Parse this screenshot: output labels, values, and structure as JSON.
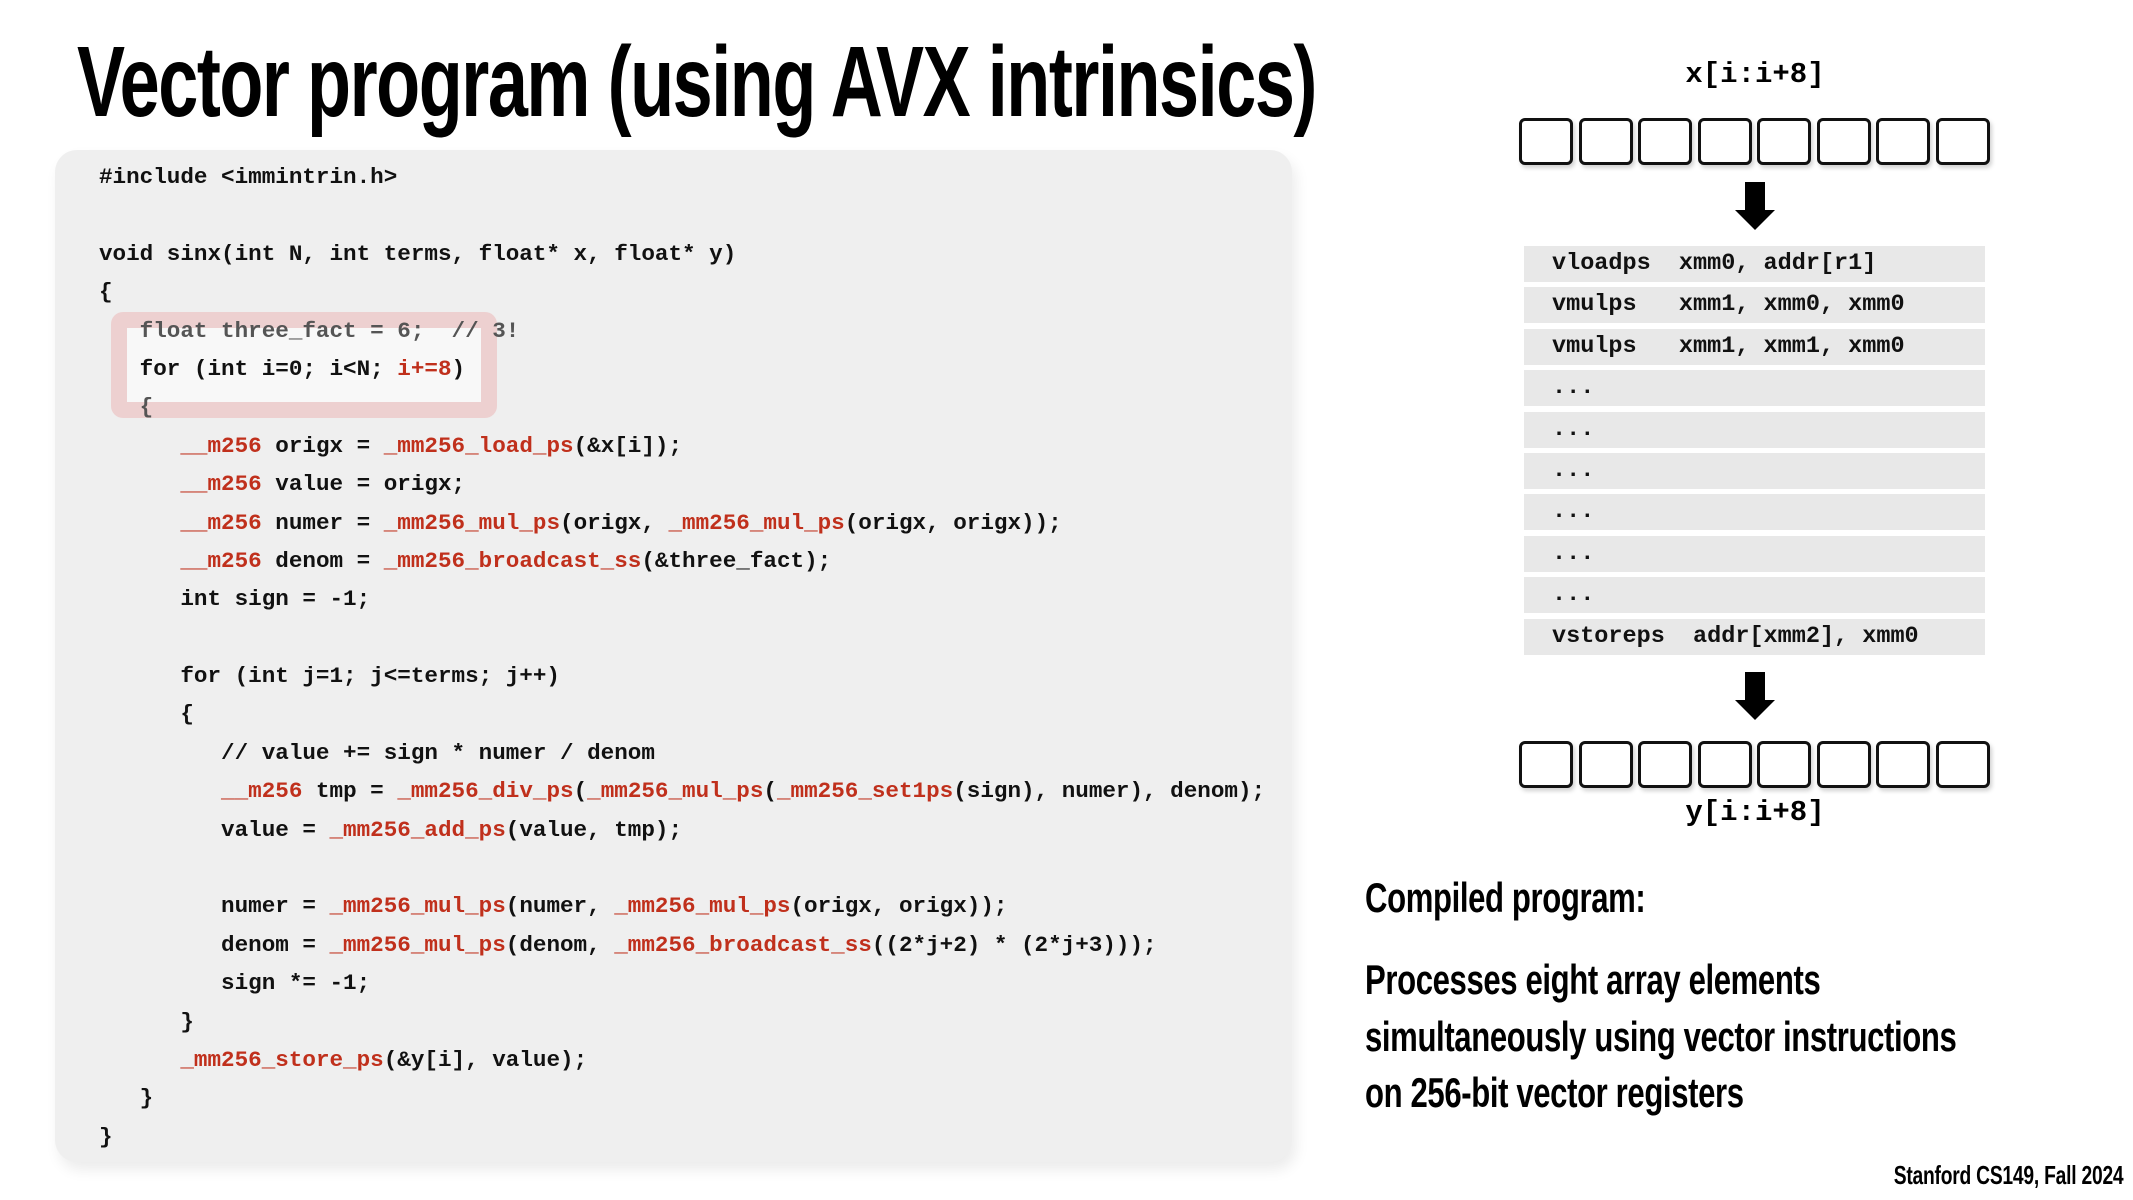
{
  "slide": {
    "title": "Vector program (using AVX intrinsics)",
    "footer": "Stanford CS149, Fall 2024"
  },
  "colors": {
    "intrinsic_red": "#c0301c",
    "code_bg": "#efefef",
    "highlight": "#e1a0a0",
    "instr_bg": "#e8e8e8"
  },
  "code": {
    "lines": [
      [
        {
          "t": "#include <immintrin.h>"
        }
      ],
      [
        {
          "t": ""
        }
      ],
      [
        {
          "t": "void sinx(int N, int terms, float* x, float* y)"
        }
      ],
      [
        {
          "t": "{"
        }
      ],
      [
        {
          "t": "   float three_fact = 6;  // 3!",
          "c": "faded"
        }
      ],
      [
        {
          "t": "   for (int i=0; i<N; "
        },
        {
          "t": "i+=8",
          "c": "red"
        },
        {
          "t": ")"
        }
      ],
      [
        {
          "t": "   {",
          "c": "faded"
        }
      ],
      [
        {
          "t": "      "
        },
        {
          "t": "__m256",
          "c": "red"
        },
        {
          "t": " origx = "
        },
        {
          "t": "_mm256_load_ps",
          "c": "red"
        },
        {
          "t": "(&x[i]);"
        }
      ],
      [
        {
          "t": "      "
        },
        {
          "t": "__m256",
          "c": "red"
        },
        {
          "t": " value = origx;"
        }
      ],
      [
        {
          "t": "      "
        },
        {
          "t": "__m256",
          "c": "red"
        },
        {
          "t": " numer = "
        },
        {
          "t": "_mm256_mul_ps",
          "c": "red"
        },
        {
          "t": "(origx, "
        },
        {
          "t": "_mm256_mul_ps",
          "c": "red"
        },
        {
          "t": "(origx, origx));"
        }
      ],
      [
        {
          "t": "      "
        },
        {
          "t": "__m256",
          "c": "red"
        },
        {
          "t": " denom = "
        },
        {
          "t": "_mm256_broadcast_ss",
          "c": "red"
        },
        {
          "t": "(&three_fact);"
        }
      ],
      [
        {
          "t": "      int sign = -1;"
        }
      ],
      [
        {
          "t": ""
        }
      ],
      [
        {
          "t": "      for (int j=1; j<=terms; j++)"
        }
      ],
      [
        {
          "t": "      {"
        }
      ],
      [
        {
          "t": "         // value += sign * numer / denom"
        }
      ],
      [
        {
          "t": "         "
        },
        {
          "t": "__m256",
          "c": "red"
        },
        {
          "t": " tmp = "
        },
        {
          "t": "_mm256_div_ps",
          "c": "red"
        },
        {
          "t": "("
        },
        {
          "t": "_mm256_mul_ps",
          "c": "red"
        },
        {
          "t": "("
        },
        {
          "t": "_mm256_set1ps",
          "c": "red"
        },
        {
          "t": "(sign), numer), denom);"
        }
      ],
      [
        {
          "t": "         value = "
        },
        {
          "t": "_mm256_add_ps",
          "c": "red"
        },
        {
          "t": "(value, tmp);"
        }
      ],
      [
        {
          "t": ""
        }
      ],
      [
        {
          "t": "         numer = "
        },
        {
          "t": "_mm256_mul_ps",
          "c": "red"
        },
        {
          "t": "(numer, "
        },
        {
          "t": "_mm256_mul_ps",
          "c": "red"
        },
        {
          "t": "(origx, origx));"
        }
      ],
      [
        {
          "t": "         denom = "
        },
        {
          "t": "_mm256_mul_ps",
          "c": "red"
        },
        {
          "t": "(denom, "
        },
        {
          "t": "_mm256_broadcast_ss",
          "c": "red"
        },
        {
          "t": "((2*j+2) * (2*j+3)));"
        }
      ],
      [
        {
          "t": "         sign *= -1;"
        }
      ],
      [
        {
          "t": "      }"
        }
      ],
      [
        {
          "t": "      "
        },
        {
          "t": "_mm256_store_ps",
          "c": "red"
        },
        {
          "t": "(&y[i], value);"
        }
      ],
      [
        {
          "t": "   }"
        }
      ],
      [
        {
          "t": "}"
        }
      ]
    ]
  },
  "diagram": {
    "input_label": "x[i:i+8]",
    "output_label": "y[i:i+8]",
    "lanes": 8,
    "arrow_icon": "down-arrow",
    "instructions": [
      "vloadps  xmm0, addr[r1]",
      "vmulps   xmm1, xmm0, xmm0",
      "vmulps   xmm1, xmm1, xmm0",
      "...",
      "...",
      "...",
      "...",
      "...",
      "...",
      "vstoreps  addr[xmm2], xmm0"
    ]
  },
  "caption": {
    "heading": "Compiled program:",
    "body_lines": [
      "Processes eight array elements",
      "simultaneously using vector instructions",
      "on 256-bit vector registers"
    ]
  }
}
